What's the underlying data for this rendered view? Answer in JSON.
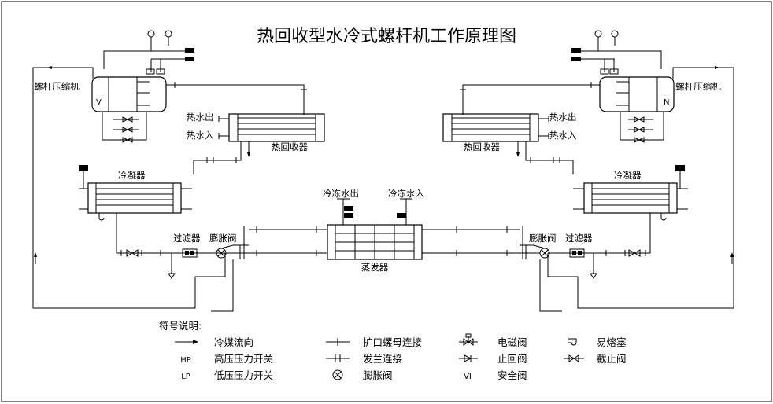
{
  "title": "热回收型水冷式螺杆机工作原理图",
  "labels": {
    "compressor_left": "螺杆压缩机",
    "compressor_right": "螺杆压缩机",
    "hot_out_left": "热水出",
    "hot_in_left": "热水入",
    "hot_out_right": "热水出",
    "hot_in_right": "热水入",
    "heat_recovery_left": "热回收器",
    "heat_recovery_right": "热回收器",
    "condenser_left": "冷凝器",
    "condenser_right": "冷凝器",
    "chilled_out": "冷冻水出",
    "chilled_in": "冷冻水入",
    "filter_left": "过滤器",
    "filter_right": "过滤器",
    "expansion_left": "膨胀阀",
    "expansion_right": "膨胀阀",
    "evaporator": "蒸发器"
  },
  "legend": {
    "heading": "符号说明:",
    "items": [
      {
        "symbol": "",
        "text": "冷媒流向",
        "icon": "arrow-icon"
      },
      {
        "symbol": "HP",
        "text": "高压压力开关",
        "icon": "hp-text-icon"
      },
      {
        "symbol": "LP",
        "text": "低压压力开关",
        "icon": "lp-text-icon"
      },
      {
        "symbol": "",
        "text": "扩口螺母连接",
        "icon": "flare-nut-icon"
      },
      {
        "symbol": "",
        "text": "发兰连接",
        "icon": "flange-icon"
      },
      {
        "symbol": "",
        "text": "膨胀阀",
        "icon": "expansion-valve-icon"
      },
      {
        "symbol": "",
        "text": "电磁阀",
        "icon": "solenoid-valve-icon"
      },
      {
        "symbol": "",
        "text": "止回阀",
        "icon": "check-valve-icon"
      },
      {
        "symbol": "VI",
        "text": "安全阀",
        "icon": "vi-text-icon"
      },
      {
        "symbol": "",
        "text": "易熔塞",
        "icon": "fusible-plug-icon"
      },
      {
        "symbol": "",
        "text": "截止阀",
        "icon": "stop-valve-icon"
      }
    ]
  }
}
